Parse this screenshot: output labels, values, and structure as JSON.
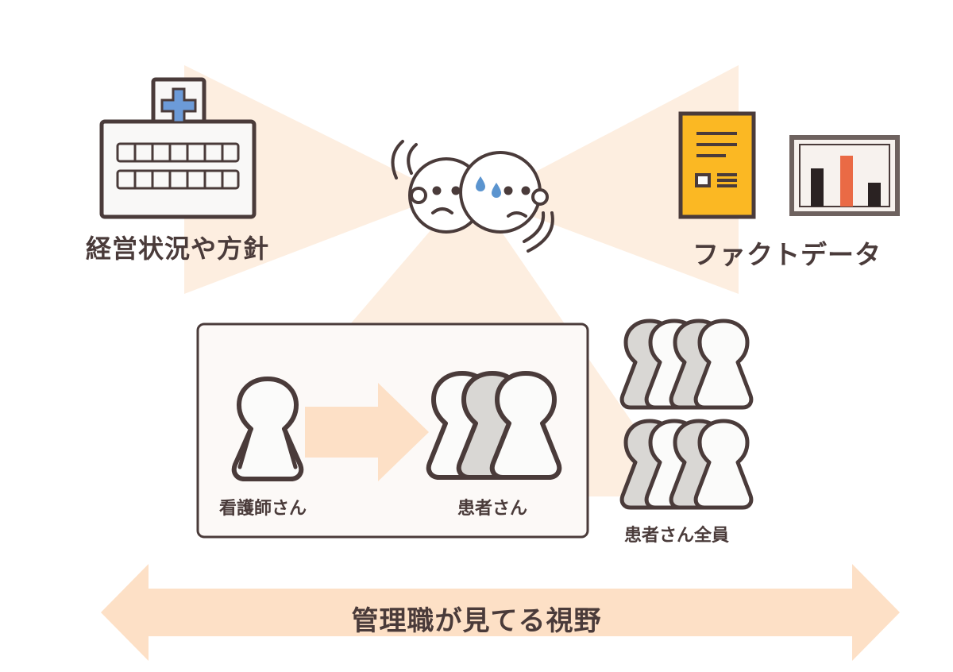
{
  "labels": {
    "hospital": "経営状況や方針",
    "fact_data": "ファクトデータ",
    "nurse": "看護師さん",
    "patient": "患者さん",
    "all_patients": "患者さん全員",
    "manager_view": "管理職が見てる視野"
  },
  "icons": {
    "hospital": "hospital-icon",
    "document": "document-icon",
    "bar_chart": "bar-chart-icon",
    "worried_faces": "worried-faces-icon",
    "nurse": "person-icon",
    "patients": "people-group-icon",
    "all_patients": "crowd-icon",
    "arrow": "arrow-right-icon",
    "double_arrow": "double-arrow-icon"
  },
  "colors": {
    "outline": "#4a3b3a",
    "beam": "#fdeee0",
    "arrow_fill": "#fde0c6",
    "cross_blue": "#6c9bd8",
    "document_yellow": "#fbb823",
    "bar_orange": "#ea6a45",
    "tear_blue": "#5b94cf",
    "person_gray": "#d9d7d4",
    "person_light": "#fbfbfa"
  }
}
